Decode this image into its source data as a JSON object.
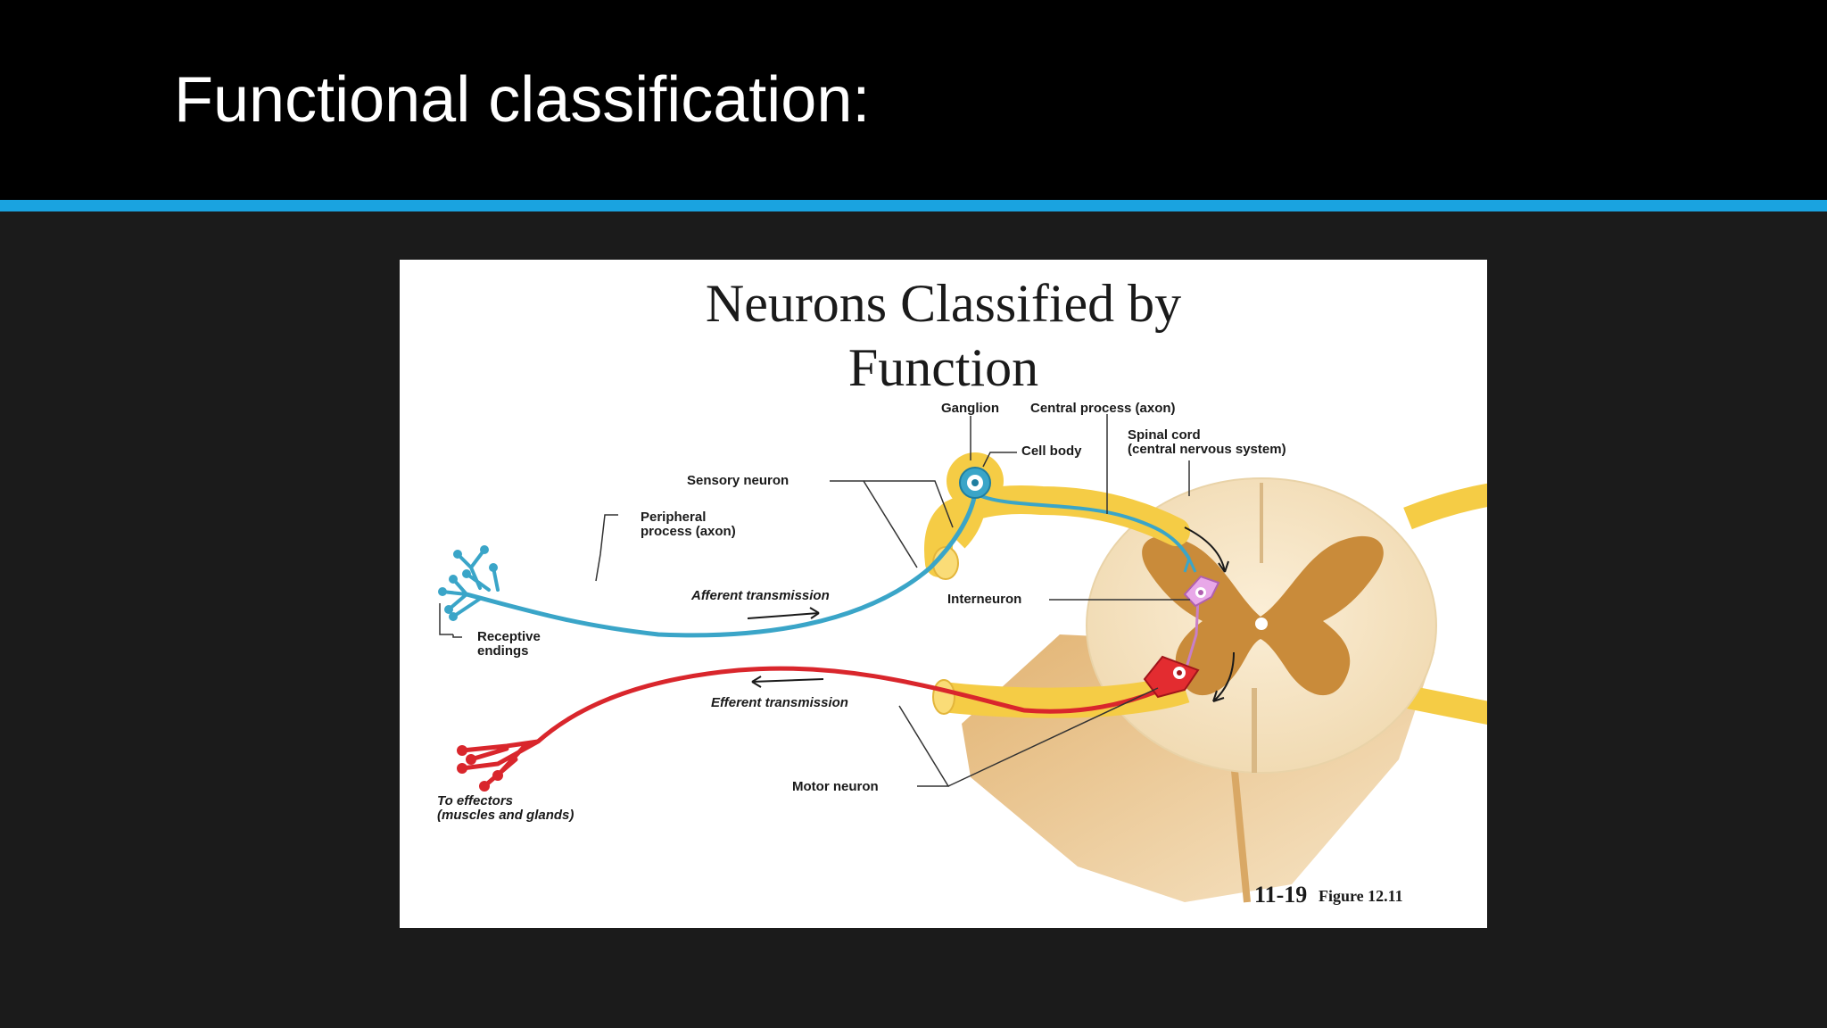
{
  "slide": {
    "title": "Functional classification:"
  },
  "figure": {
    "title_line1": "Neurons Classified by",
    "title_line2": "Function",
    "labels": {
      "ganglion": "Ganglion",
      "central_process": "Central process (axon)",
      "cell_body": "Cell body",
      "spinal_cord_1": "Spinal cord",
      "spinal_cord_2": "(central nervous system)",
      "sensory_neuron": "Sensory neuron",
      "peripheral_1": "Peripheral",
      "peripheral_2": "process (axon)",
      "afferent": "Afferent transmission",
      "interneuron": "Interneuron",
      "receptive_1": "Receptive",
      "receptive_2": "endings",
      "efferent": "Efferent transmission",
      "motor_neuron": "Motor neuron",
      "effectors_1": "To effectors",
      "effectors_2": "(muscles and glands)"
    },
    "slide_number": "11-19",
    "figure_ref": "Figure 12.11"
  },
  "colors": {
    "header_bg": "#000000",
    "accent_bar": "#1aa3e0",
    "slide_bg": "#1b1b1b",
    "sensory": "#3aa5c8",
    "motor": "#d9262c",
    "interneuron": "#c87fc8",
    "nerve_yellow": "#f5cc45",
    "gray_matter": "#c98b3a"
  }
}
